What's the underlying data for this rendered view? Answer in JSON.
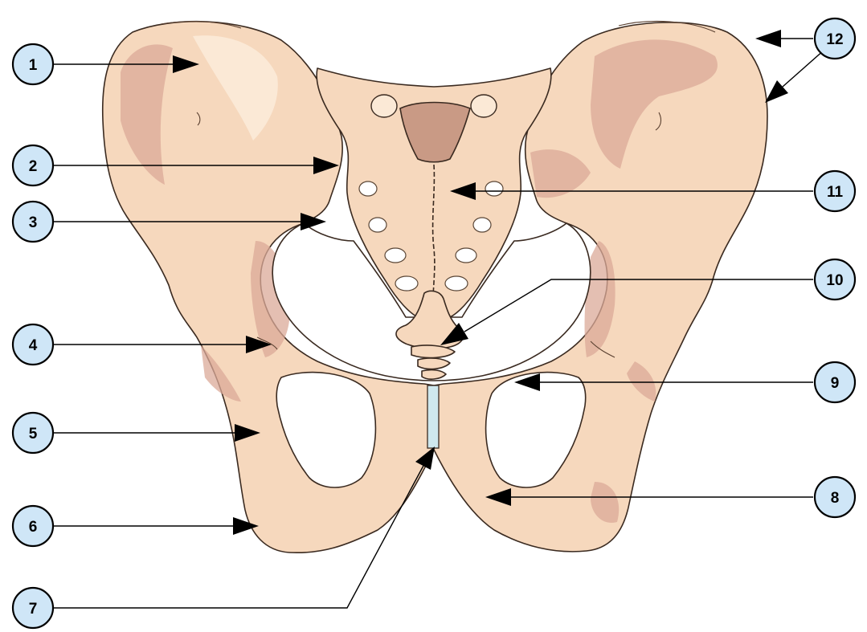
{
  "callouts": [
    {
      "id": "c1",
      "label": "1"
    },
    {
      "id": "c2",
      "label": "2"
    },
    {
      "id": "c3",
      "label": "3"
    },
    {
      "id": "c4",
      "label": "4"
    },
    {
      "id": "c5",
      "label": "5"
    },
    {
      "id": "c6",
      "label": "6"
    },
    {
      "id": "c7",
      "label": "7"
    },
    {
      "id": "c8",
      "label": "8"
    },
    {
      "id": "c9",
      "label": "9"
    },
    {
      "id": "c10",
      "label": "10"
    },
    {
      "id": "c11",
      "label": "11"
    },
    {
      "id": "c12",
      "label": "12"
    }
  ],
  "colors": {
    "bone": "#f6d8bd",
    "bone_shade": "#dba998",
    "bone_light": "#fbe9d6",
    "sacrum_promontory": "#c99a85",
    "pubic_symphysis": "#cfe8ee",
    "callout_fill": "#cfe6f7",
    "outline": "#3a2a20"
  }
}
